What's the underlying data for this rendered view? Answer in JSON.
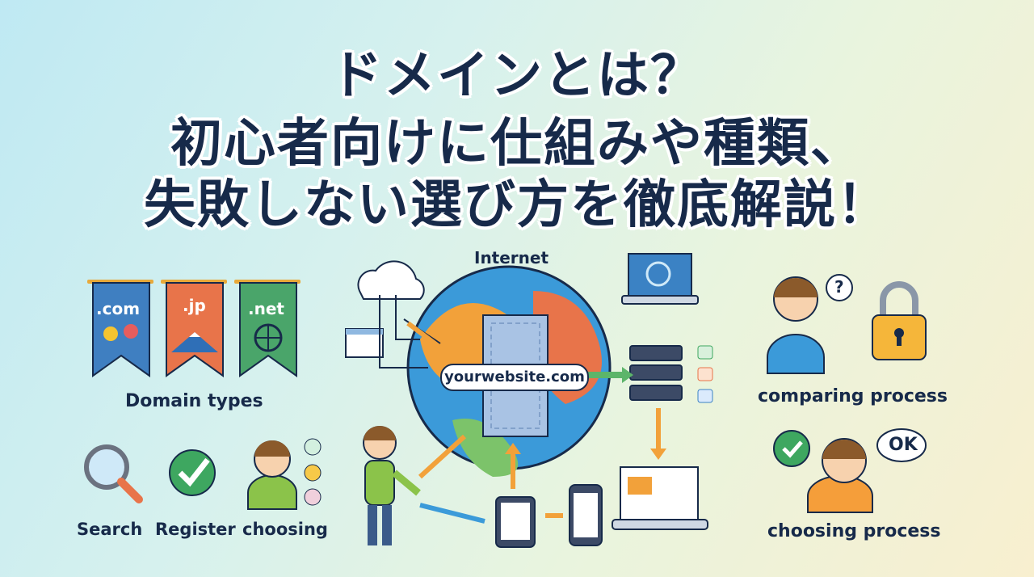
{
  "title": {
    "line1": "ドメインとは？",
    "line2": "初心者向けに仕組みや種類、",
    "line3": "失敗しない選び方を徹底解説！"
  },
  "banners": [
    {
      "label": ".com",
      "color": "#3f7fc1"
    },
    {
      "label": ".jp",
      "color": "#e8744a"
    },
    {
      "label": ".net",
      "color": "#4aa56a"
    }
  ],
  "labels": {
    "domain_types": "Domain types",
    "search": "Search",
    "register": "Register",
    "choosing": "choosing",
    "internet": "Internet",
    "url": "yourwebsite.com",
    "comparing_process": "comparing process",
    "choosing_process": "choosing process",
    "question": "?",
    "ok": "OK"
  }
}
